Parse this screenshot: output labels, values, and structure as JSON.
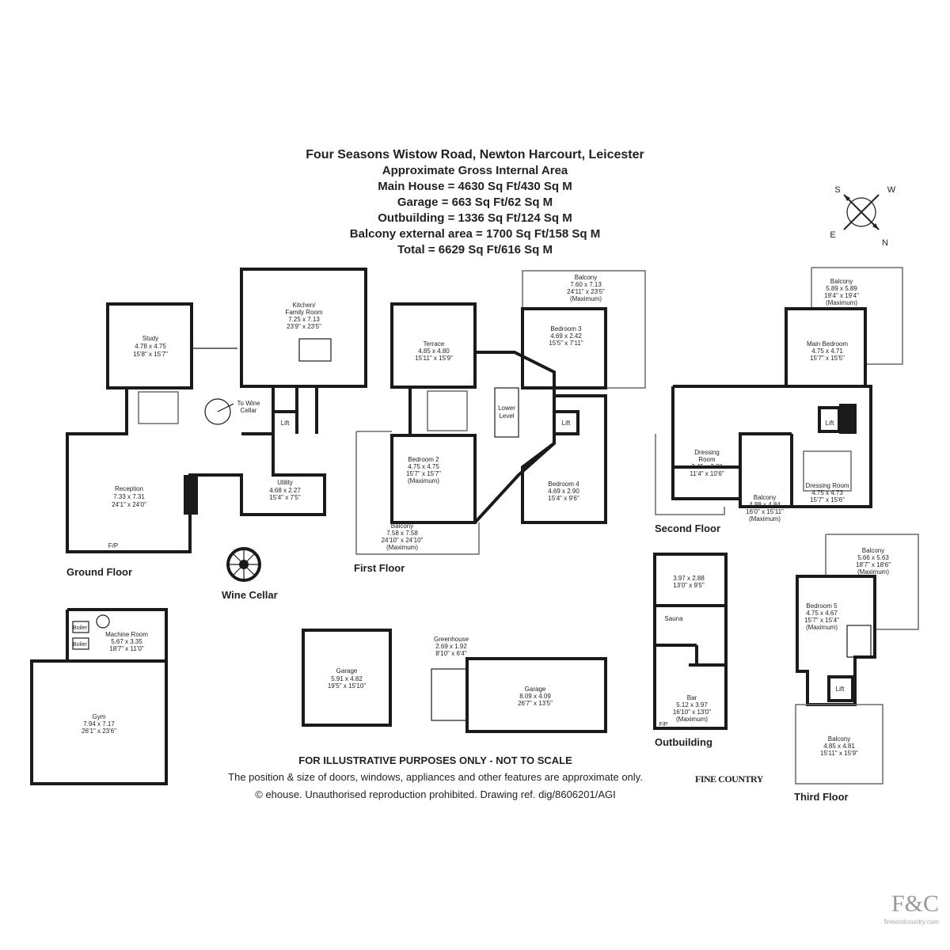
{
  "header": {
    "title": "Four Seasons Wistow Road, Newton Harcourt, Leicester",
    "subtitle": "Approximate Gross Internal Area",
    "main_house": "Main House = 4630 Sq Ft/430 Sq M",
    "garage": "Garage = 663 Sq Ft/62 Sq M",
    "outbuilding": "Outbuilding = 1336 Sq Ft/124 Sq M",
    "balcony": "Balcony external area = 1700 Sq Ft/158 Sq M",
    "total": "Total = 6629 Sq Ft/616 Sq M"
  },
  "compass": {
    "s": "S",
    "w": "W",
    "e": "E",
    "n": "N"
  },
  "floors": {
    "ground": "Ground Floor",
    "wine": "Wine Cellar",
    "first": "First Floor",
    "second": "Second Floor",
    "third": "Third Floor",
    "outbuilding": "Outbuilding"
  },
  "rooms": {
    "study": {
      "name": "Study",
      "m": "4.78 x 4.75",
      "ft": "15'8\" x 15'7\""
    },
    "kitchen": {
      "name": "Kitchen/",
      "name2": "Family Room",
      "m": "7.25 x 7.13",
      "ft": "23'9\" x 23'5\""
    },
    "reception": {
      "name": "Reception",
      "m": "7.33 x 7.31",
      "ft": "24'1\" x 24'0\""
    },
    "utility": {
      "name": "Utility",
      "m": "4.68 x 2.27",
      "ft": "15'4\" x 7'5\""
    },
    "to_wine": "To Wine",
    "cellar": "Cellar",
    "lift": "Lift",
    "fp": "F/P",
    "terrace": {
      "name": "Terrace",
      "m": "4.85 x 4.80",
      "ft": "15'11\" x 15'9\""
    },
    "bed3": {
      "name": "Bedroom 3",
      "m": "4.69 x 2.42",
      "ft": "15'5\" x 7'11\""
    },
    "balc1": {
      "name": "Balcony",
      "m": "7.60 x 7.13",
      "ft": "24'11\" x 23'5\"",
      "note": "(Maximum)"
    },
    "lower": "Lower",
    "level": "Level",
    "bed2": {
      "name": "Bedroom 2",
      "m": "4.75 x 4.75",
      "ft": "15'7\" x 15'7\"",
      "note": "(Maximum)"
    },
    "bed4": {
      "name": "Bedroom 4",
      "m": "4.69 x 2.90",
      "ft": "15'4\" x 9'6\""
    },
    "balc2": {
      "name": "Balcony",
      "m": "7.58 x 7.58",
      "ft": "24'10\" x 24'10\"",
      "note": "(Maximum)"
    },
    "balc3": {
      "name": "Balcony",
      "m": "5.89 x 5.89",
      "ft": "19'4\" x 19'4\"",
      "note": "(Maximum)"
    },
    "mainbed": {
      "name": "Main Bedroom",
      "m": "4.75 x 4.71",
      "ft": "15'7\" x 15'5\""
    },
    "dress1": {
      "name": "Dressing",
      "name2": "Room",
      "m": "3.45 x 3.20",
      "ft": "11'4\" x 10'6\""
    },
    "dress2": {
      "name": "Dressing Room",
      "m": "4.75 x 4.73",
      "ft": "15'7\" x 15'6\""
    },
    "balc4": {
      "name": "Balcony",
      "m": "4.88 x 4.84",
      "ft": "16'0\" x 15'11\"",
      "note": "(Maximum)"
    },
    "machine": {
      "name": "Machine Room",
      "m": "5.67 x 3.35",
      "ft": "18'7\" x 11'0\"",
      "boiler": "Boiler"
    },
    "gym": {
      "name": "Gym",
      "m": "7.94 x 7.17",
      "ft": "26'1\" x 23'6\""
    },
    "garage1": {
      "name": "Garage",
      "m": "5.91 x 4.82",
      "ft": "19'5\" x 15'10\""
    },
    "greenhouse": {
      "name": "Greenhouse",
      "m": "2.69 x 1.92",
      "ft": "8'10\" x 6'4\""
    },
    "garage2": {
      "name": "Garage",
      "m": "8.09 x 4.09",
      "ft": "26'7\" x 13'5\""
    },
    "outroom": {
      "m": "3.97 x 2.88",
      "ft": "13'0\" x 9'5\""
    },
    "sauna": "Sauna",
    "bar": {
      "name": "Bar",
      "m": "5.12 x 3.97",
      "ft": "16'10\" x 13'0\"",
      "note": "(Maximum)"
    },
    "bed5": {
      "name": "Bedroom 5",
      "m": "4.75 x 4.67",
      "ft": "15'7\" x 15'4\"",
      "note": "(Maximum)"
    },
    "balc5": {
      "name": "Balcony",
      "m": "5.66 x 5.63",
      "ft": "18'7\" x 18'6\"",
      "note": "(Maximum)"
    },
    "balc6": {
      "name": "Balcony",
      "m": "4.85 x 4.81",
      "ft": "15'11\" x 15'9\""
    }
  },
  "footer": {
    "line1": "FOR ILLUSTRATIVE PURPOSES ONLY - NOT TO SCALE",
    "line2": "The position & size of doors, windows, appliances and other features are approximate only.",
    "line3": "© ehouse. Unauthorised reproduction prohibited. Drawing ref. dig/8606201/AGI",
    "logo": "FINE COUNTRY",
    "corner": "F&C",
    "corner_url": "fineandcountry.com"
  }
}
